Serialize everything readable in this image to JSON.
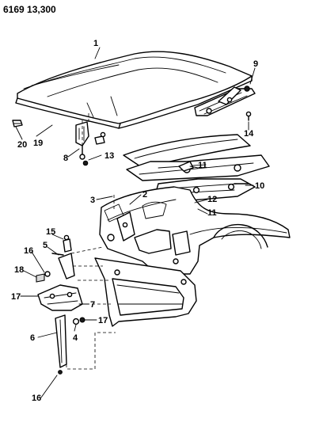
{
  "header": {
    "code": "6169 13,300"
  },
  "callouts": [
    {
      "label": "1"
    },
    {
      "label": "9"
    },
    {
      "label": "20"
    },
    {
      "label": "19"
    },
    {
      "label": "8"
    },
    {
      "label": "13"
    },
    {
      "label": "14"
    },
    {
      "label": "11"
    },
    {
      "label": "10"
    },
    {
      "label": "3"
    },
    {
      "label": "2"
    },
    {
      "label": "12"
    },
    {
      "label": "11"
    },
    {
      "label": "15"
    },
    {
      "label": "5"
    },
    {
      "label": "16"
    },
    {
      "label": "18"
    },
    {
      "label": "17"
    },
    {
      "label": "7"
    },
    {
      "label": "6"
    },
    {
      "label": "4"
    },
    {
      "label": "17"
    },
    {
      "label": "16"
    }
  ]
}
